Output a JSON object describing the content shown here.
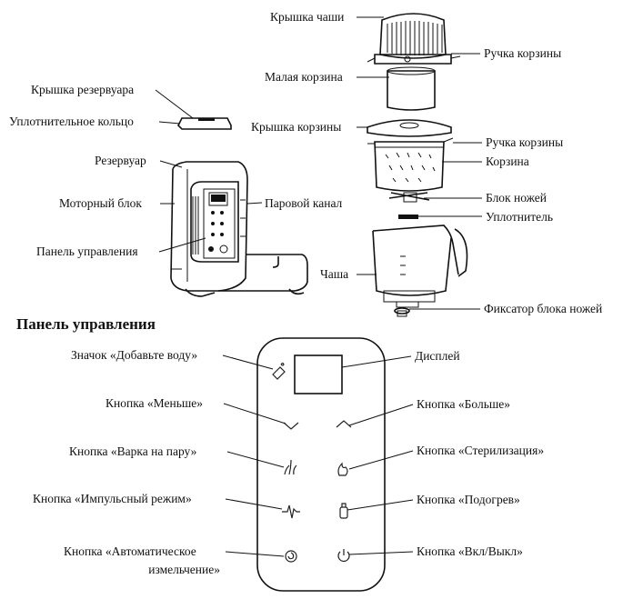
{
  "labels": {
    "bowl_lid": "Крышка чаши",
    "basket_handle_top": "Ручка корзины",
    "small_basket": "Малая корзина",
    "basket_lid": "Крышка корзины",
    "basket_handle": "Ручка корзины",
    "basket": "Корзина",
    "blade_unit": "Блок ножей",
    "seal": "Уплотнитель",
    "bowl": "Чаша",
    "blade_lock": "Фиксатор блока ножей",
    "tank_lid": "Крышка резервуара",
    "sealing_ring": "Уплотнительное кольцо",
    "tank": "Резервуар",
    "motor_unit": "Моторный блок",
    "steam_channel": "Паровой канал",
    "control_panel": "Панель управления"
  },
  "panel": {
    "heading": "Панель управления",
    "add_water": "Значок «Добавьте воду»",
    "display": "Дисплей",
    "less": "Кнопка «Меньше»",
    "more": "Кнопка «Больше»",
    "steam": "Кнопка «Варка на пару»",
    "sterilize": "Кнопка «Стерилизация»",
    "pulse": "Кнопка «Импульсный режим»",
    "heat": "Кнопка «Подогрев»",
    "auto_chop_1": "Кнопка «Автоматическое",
    "auto_chop_2": "измельчение»",
    "power": "Кнопка «Вкл/Выкл»"
  }
}
